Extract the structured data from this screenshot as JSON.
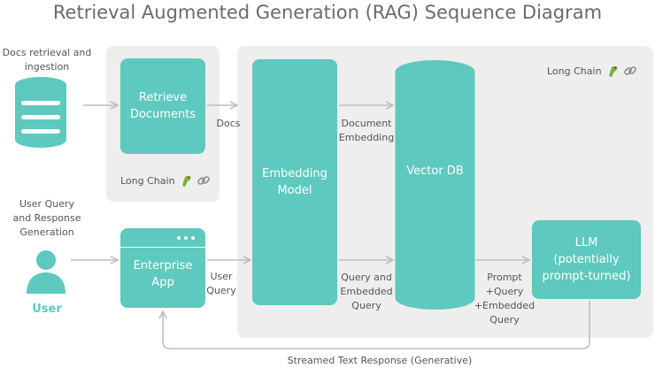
{
  "title": "Retrieval Augmented Generation (RAG) Sequence Diagram",
  "actors": {
    "docs_label": "Docs retrieval and\ningestion",
    "user_query_label": "User Query\nand Response\nGeneration",
    "user_label": "User"
  },
  "nodes": {
    "retrieve": "Retrieve\nDocuments",
    "embedding": "Embedding\nModel",
    "vector_db": "Vector DB",
    "llm": "LLM\n(potentially\nprompt-turned)",
    "app": "Enterprise\nApp"
  },
  "edges": {
    "docs": "Docs",
    "document_embedding": "Document\nEmbedding",
    "user_query": "User\nQuery",
    "query_and_embedded": "Query and\nEmbedded\nQuery",
    "prompt": "Prompt\n+Query\n+Embedded\nQuery",
    "streamed": "Streamed Text Response (Generative)"
  },
  "groups": {
    "long_chain_small": "Long Chain",
    "long_chain_big": "Long Chain"
  },
  "colors": {
    "teal": "#5ec9be",
    "panel": "#eeeeee",
    "arrow": "#bdbdbd"
  }
}
